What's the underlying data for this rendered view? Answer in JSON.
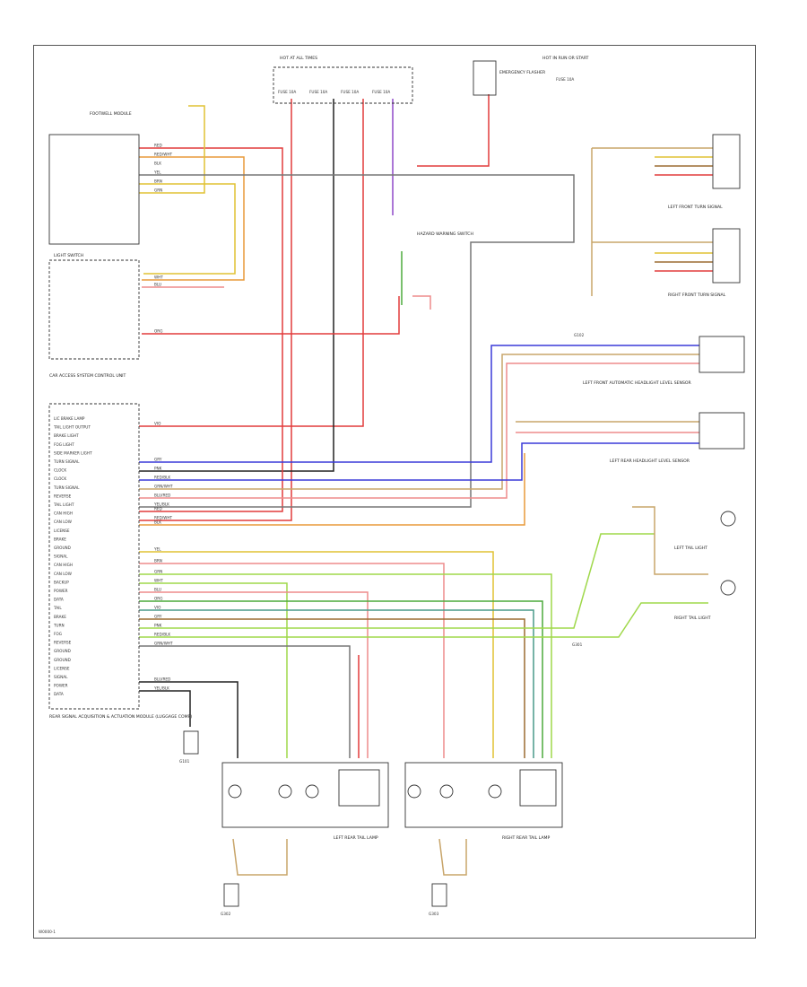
{
  "page": {
    "footer_code": "W0000-1"
  },
  "fuses": {
    "hot_at_all_times": "HOT AT ALL TIMES",
    "hot_in_run": "HOT IN RUN OR START",
    "fuse_1": "FUSE 10A",
    "fuse_2": "FUSE 10A",
    "fuse_3": "FUSE 10A",
    "fuse_4": "FUSE 10A",
    "fuse_5": "FUSE 10A"
  },
  "components": {
    "footwell_module": "FOOTWELL MODULE",
    "light_switch": "LIGHT SWITCH",
    "car_access_system": "CAR ACCESS SYSTEM CONTROL UNIT",
    "rear_sam": "REAR SIGNAL ACQUISITION & ACTUATION MODULE (LUGGAGE COMP)",
    "left_rear_lamp": "LEFT REAR TAIL LAMP",
    "right_rear_lamp": "RIGHT REAR TAIL LAMP",
    "left_tail_light": "LEFT TAIL LIGHT",
    "right_tail_light": "RIGHT TAIL LIGHT",
    "emergency_flasher": "EMERGENCY FLASHER",
    "hazard_switch": "HAZARD WARNING SWITCH",
    "left_front_turn": "LEFT FRONT TURN SIGNAL",
    "right_front_turn": "RIGHT FRONT TURN SIGNAL",
    "lf_sensor": "LEFT FRONT AUTOMATIC HEADLIGHT LEVEL SENSOR",
    "lr_sensor": "LEFT REAR HEADLIGHT LEVEL SENSOR",
    "ground_1": "G101",
    "ground_2": "G102",
    "ground_3": "G301",
    "ground_4": "G302",
    "ground_5": "G303"
  },
  "module_pins": [
    "LIC BRAKE LAMP",
    "TAIL LIGHT OUTPUT",
    "BRAKE LIGHT",
    "FOG LIGHT",
    "SIDE MARKER LIGHT",
    "TURN SIGNAL",
    "CLOCK",
    "CLOCK",
    "TURN SIGNAL",
    "REVERSE",
    "TAIL LIGHT",
    "CAN HIGH",
    "CAN LOW",
    "LICENSE",
    "BRAKE",
    "GROUND",
    "SIGNAL",
    "CAN HIGH",
    "CAN LOW",
    "BACKUP",
    "POWER",
    "DATA",
    "TAIL",
    "BRAKE",
    "TURN",
    "FOG",
    "REVERSE",
    "GROUND",
    "GROUND",
    "LICENSE",
    "SIGNAL",
    "POWER",
    "DATA"
  ],
  "wire_labels": [
    "RED",
    "RED/WHT",
    "BLK",
    "YEL",
    "BRN",
    "GRN",
    "WHT",
    "BLU",
    "ORG",
    "VIO",
    "GRY",
    "PNK",
    "RED/BLK",
    "GRN/WHT",
    "BLU/RED",
    "YEL/BLK"
  ],
  "colors": {
    "red": "#e23b3b",
    "yellow": "#e0c234",
    "green": "#4caa3c",
    "blue": "#3a3ad8",
    "brown": "#9c6b30",
    "violet": "#8f49c8",
    "gray": "#777777",
    "black": "#222222",
    "pink": "#ee8c8c",
    "lgreen": "#9fd84a",
    "orange": "#e89a3a",
    "tan": "#c8a56a"
  }
}
